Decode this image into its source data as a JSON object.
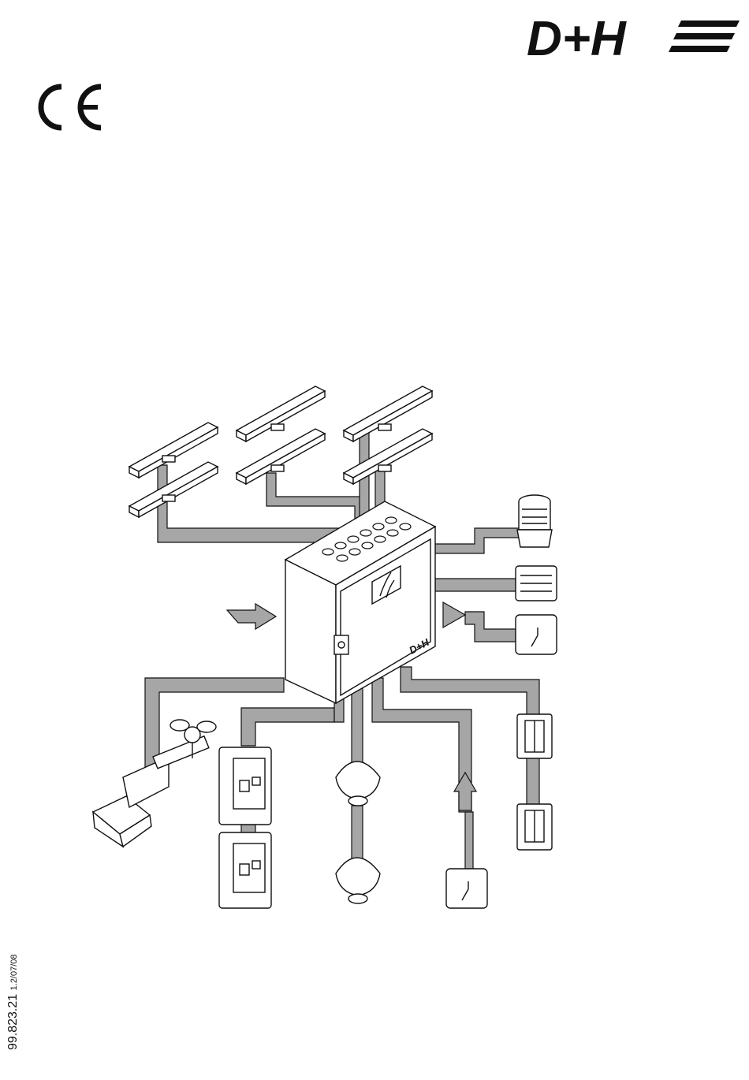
{
  "brand": {
    "logo_text": "D+H",
    "box_logo_text": "D+H"
  },
  "certification": {
    "mark": "CE"
  },
  "document": {
    "number": "99.823.21",
    "version": "1.2/07/08"
  },
  "colors": {
    "cable": "#a6a6a6",
    "outline": "#111111",
    "background": "#ffffff"
  }
}
